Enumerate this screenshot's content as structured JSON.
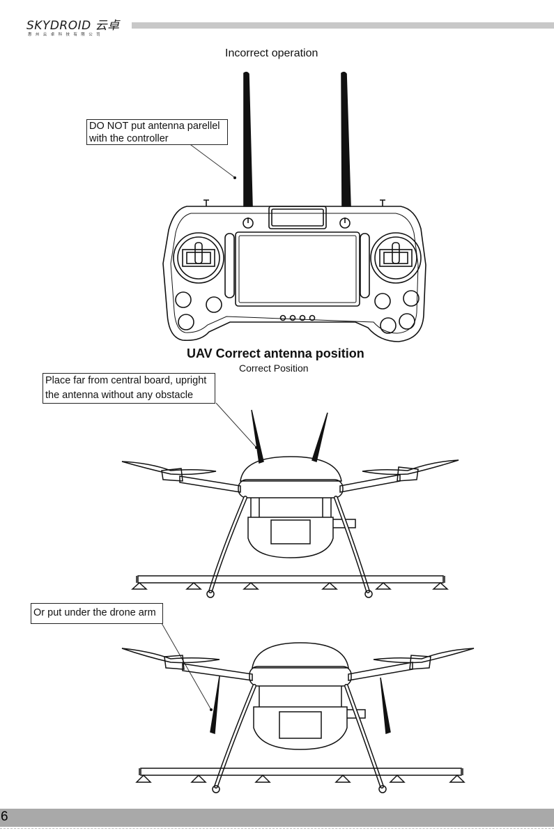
{
  "header": {
    "brand": "SKYDROID 云卓",
    "company": "惠州云卓科技有限公司"
  },
  "sections": {
    "incorrect_title": "Incorrect operation",
    "uav_title": "UAV Correct antenna position",
    "uav_subtitle": "Correct Position"
  },
  "callouts": {
    "parallel_warning": "DO NOT put antenna parellel\nwith the controller",
    "upright_tip": "Place far from central board, upright\nthe antenna without any obstacle",
    "under_arm_tip": "Or put under the drone arm"
  },
  "footer": {
    "page_number": "6"
  }
}
